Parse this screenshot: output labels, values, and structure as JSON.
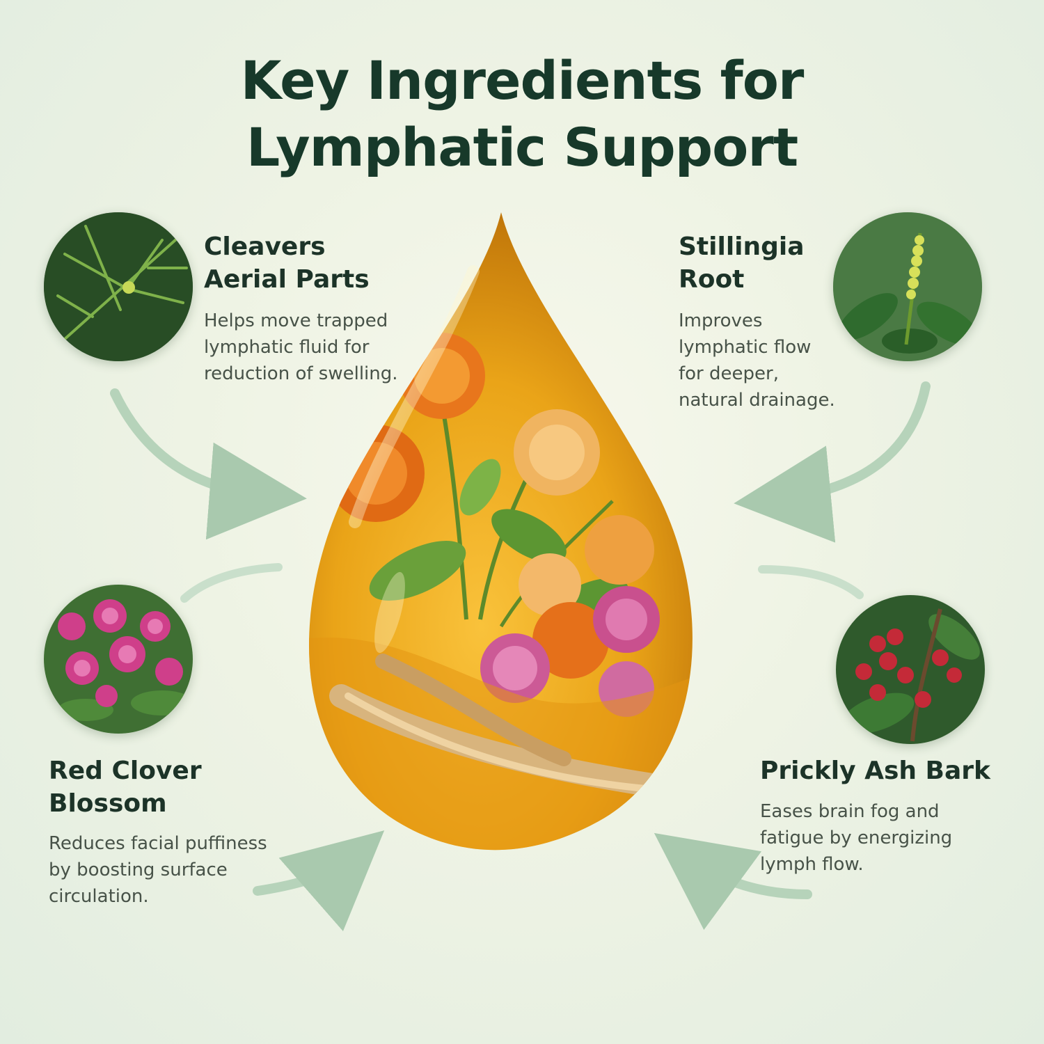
{
  "title": {
    "line1": "Key Ingredients for",
    "line2": "Lymphatic Support"
  },
  "ingredients": [
    {
      "name": [
        "Cleavers",
        "Aerial Parts"
      ],
      "desc": [
        "Helps move trapped",
        "lymphatic fluid for",
        "reduction of swelling."
      ]
    },
    {
      "name": [
        "Stillingia",
        "Root"
      ],
      "desc": [
        "Improves",
        "lymphatic flow",
        "for deeper,",
        "natural drainage."
      ]
    },
    {
      "name": [
        "Red Clover",
        "Blossom"
      ],
      "desc": [
        "Reduces facial puffiness",
        "by boosting surface",
        "circulation."
      ]
    },
    {
      "name": [
        "Prickly Ash Bark"
      ],
      "desc": [
        "Eases brain fog and",
        "fatigue by energizing",
        "lymph flow."
      ]
    }
  ],
  "colors": {
    "title": "#17392a",
    "arrow": "#a9c9ae",
    "drop": "#e8a21a"
  }
}
